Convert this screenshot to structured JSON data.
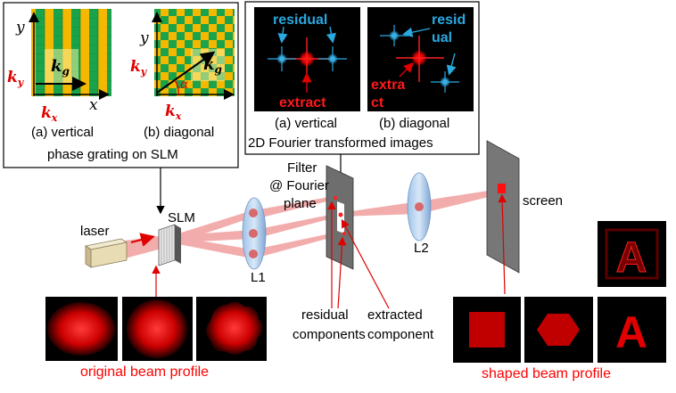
{
  "inset_grating": {
    "panel_a_caption": "(a) vertical",
    "panel_b_caption": "(b) diagonal",
    "footer": "phase grating on SLM",
    "axis_y": "y",
    "axis_x": "x",
    "vec_kg": "k",
    "vec_kg_sub": "g",
    "vec_ky": "k",
    "vec_ky_sub": "y",
    "vec_kx": "k",
    "vec_kx_sub": "x",
    "angle": "α"
  },
  "inset_fourier": {
    "panel_a_caption": "(a) vertical",
    "panel_b_caption": "(b) diagonal",
    "footer": "2D Fourier transformed images",
    "residual_a": "residual",
    "extract_a": "extract",
    "residual_b_line1": "resid",
    "residual_b_line2": "ual",
    "extract_b_line1": "extra",
    "extract_b_line2": "ct"
  },
  "setup": {
    "laser": "laser",
    "slm": "SLM",
    "filter_line1": "Filter",
    "filter_line2": "@ Fourier",
    "filter_line3": "plane",
    "l1": "L1",
    "l2": "L2",
    "screen": "screen",
    "residual_line1": "residual",
    "residual_line2": "components",
    "extracted_line1": "extracted",
    "extracted_line2": "component",
    "original_caption": "original beam profile",
    "shaped_caption": "shaped beam profile",
    "shape_letter": "A"
  },
  "colors": {
    "grating_green": "#1aa34a",
    "grating_yellow": "#f5b800",
    "beam_red": "#e00000",
    "caption_red": "#ff0000",
    "residual_blue": "#2aa8e0"
  }
}
